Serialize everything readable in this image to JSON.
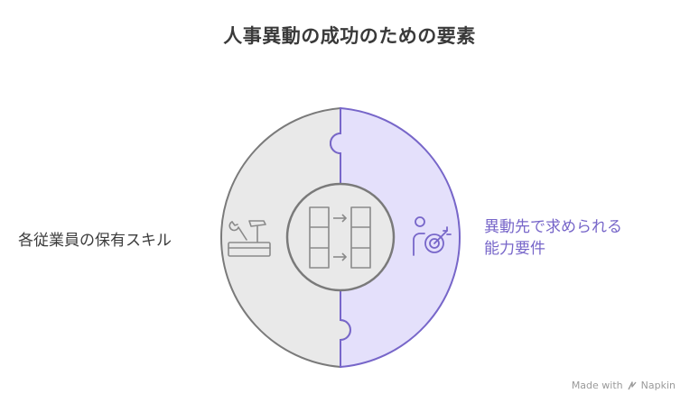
{
  "title": "人事異動の成功のための要素",
  "left_piece": {
    "label": "各従業員の保有スキル",
    "icon": "toolbox-icon",
    "fill": "#e9e9e9",
    "stroke": "#7a7a7a"
  },
  "right_piece": {
    "label_line1": "異動先で求められる",
    "label_line2": "能力要件",
    "icon": "person-target-icon",
    "fill": "#e4e0fb",
    "stroke": "#7766c9"
  },
  "center": {
    "icon": "transfer-grid-icon"
  },
  "footer": {
    "made_with": "Made with",
    "brand": "Napkin"
  }
}
